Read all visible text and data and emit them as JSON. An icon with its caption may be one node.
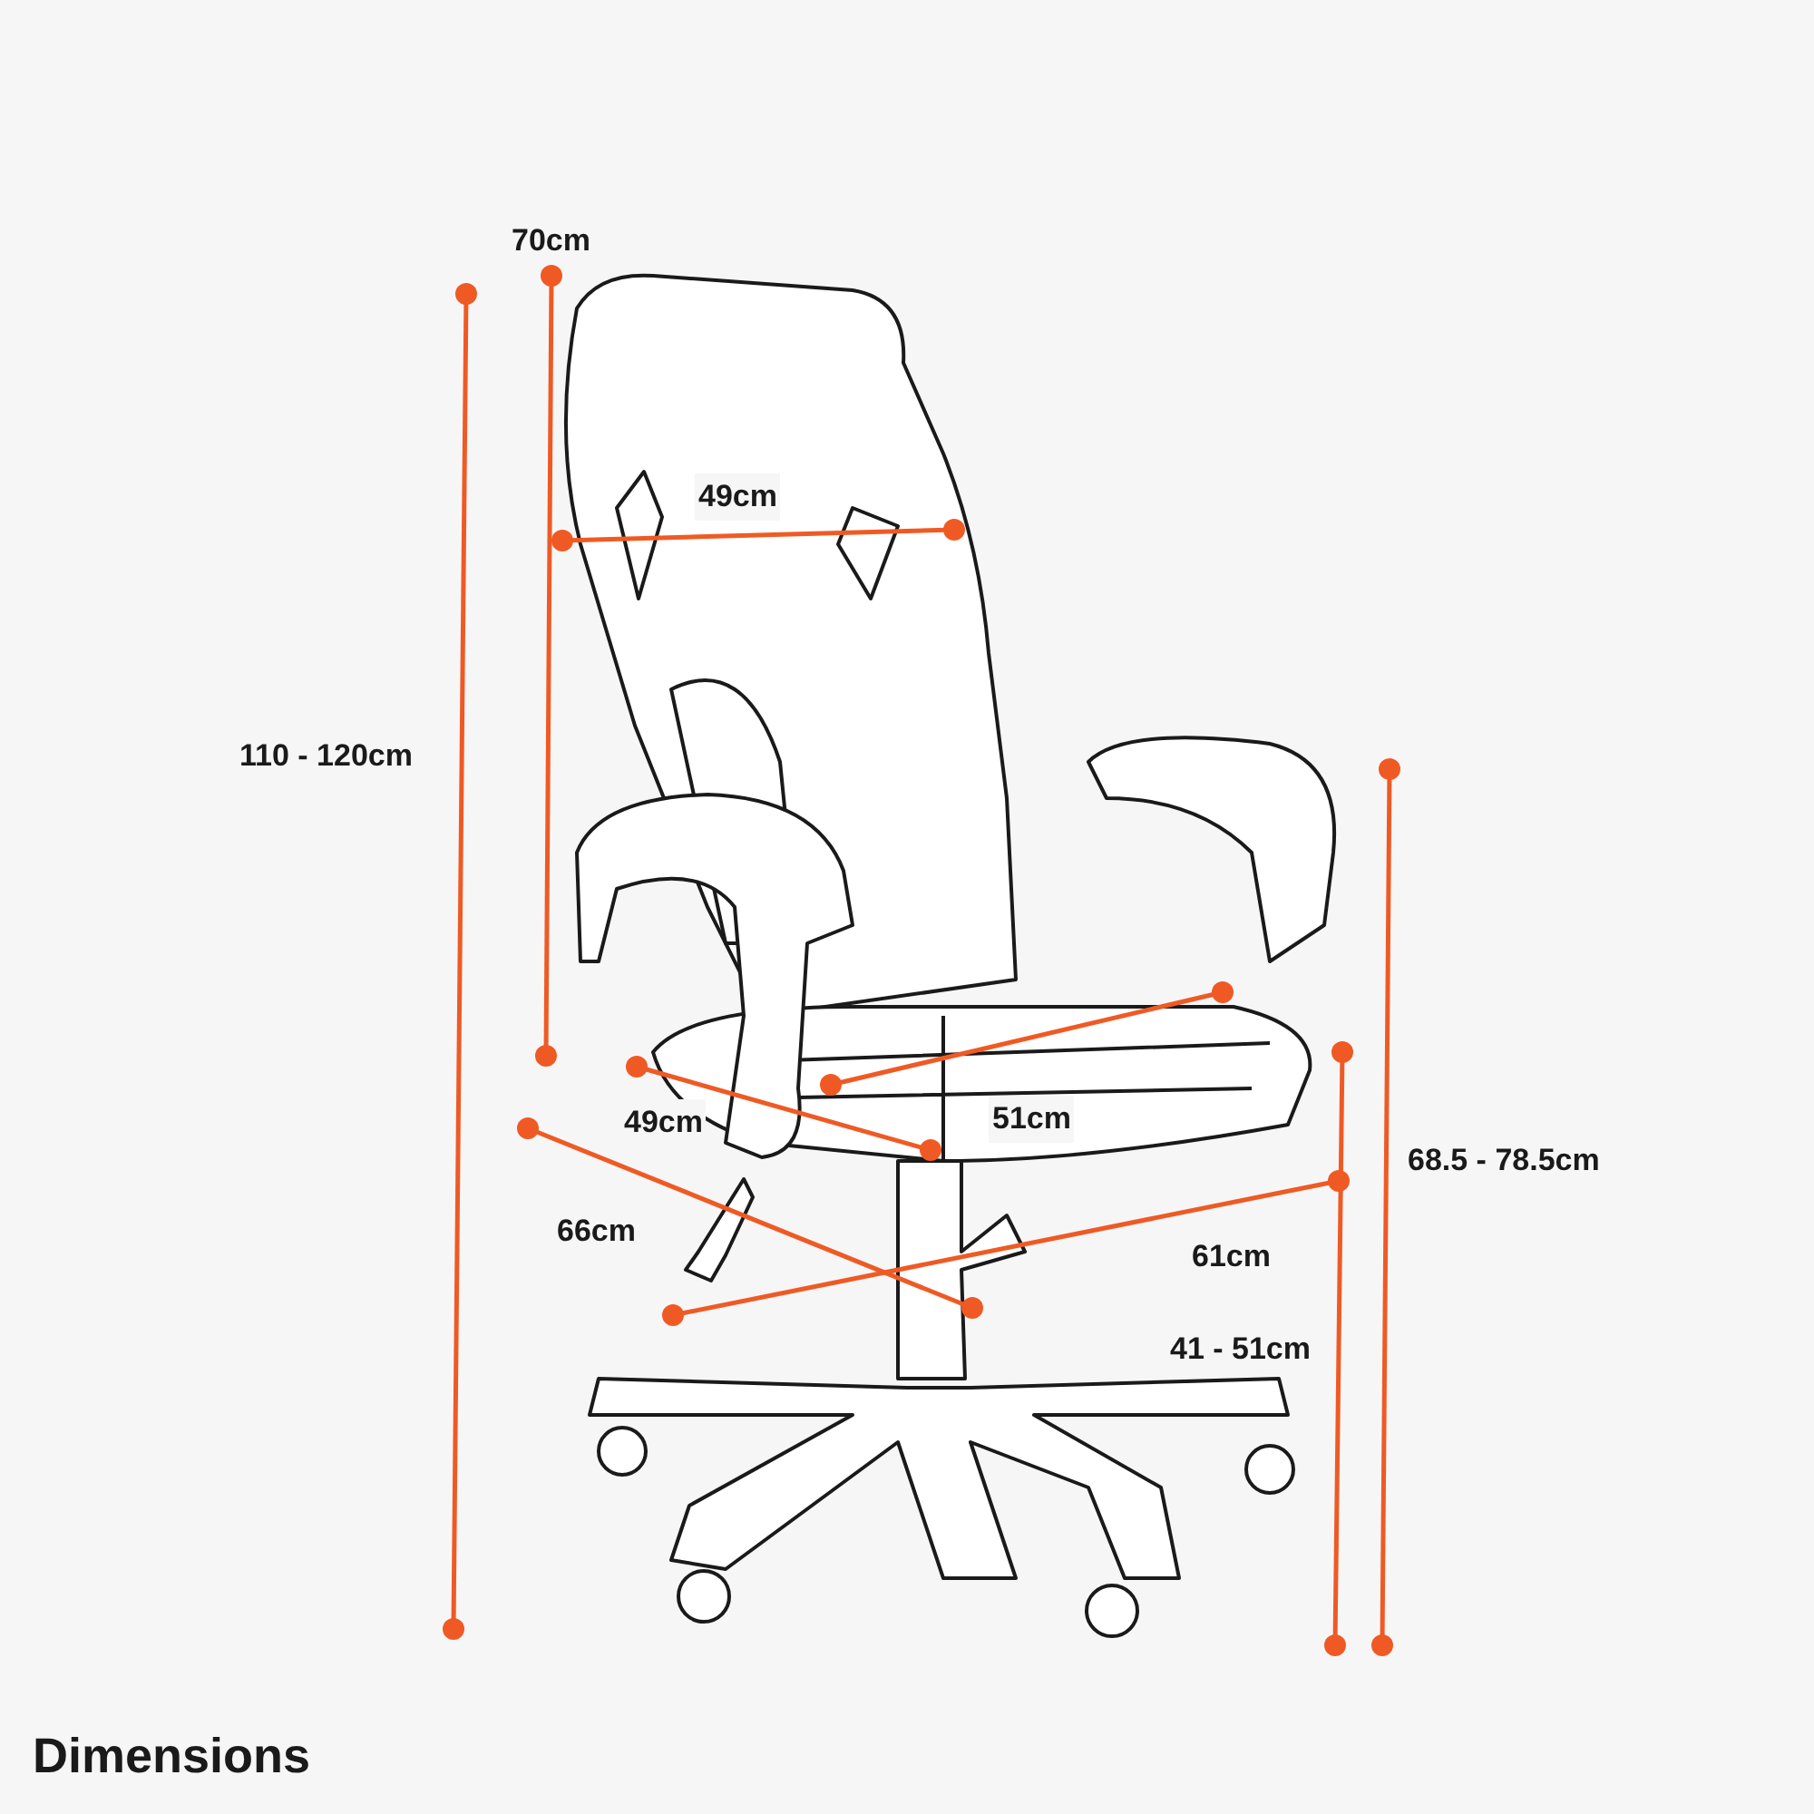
{
  "diagram": {
    "title": "Dimensions",
    "labels": [
      "70cm",
      "49cm",
      "110 - 120cm",
      "68.5 - 78.5cm",
      "51cm",
      "49cm",
      "66cm",
      "61cm",
      "41 - 51cm"
    ]
  }
}
